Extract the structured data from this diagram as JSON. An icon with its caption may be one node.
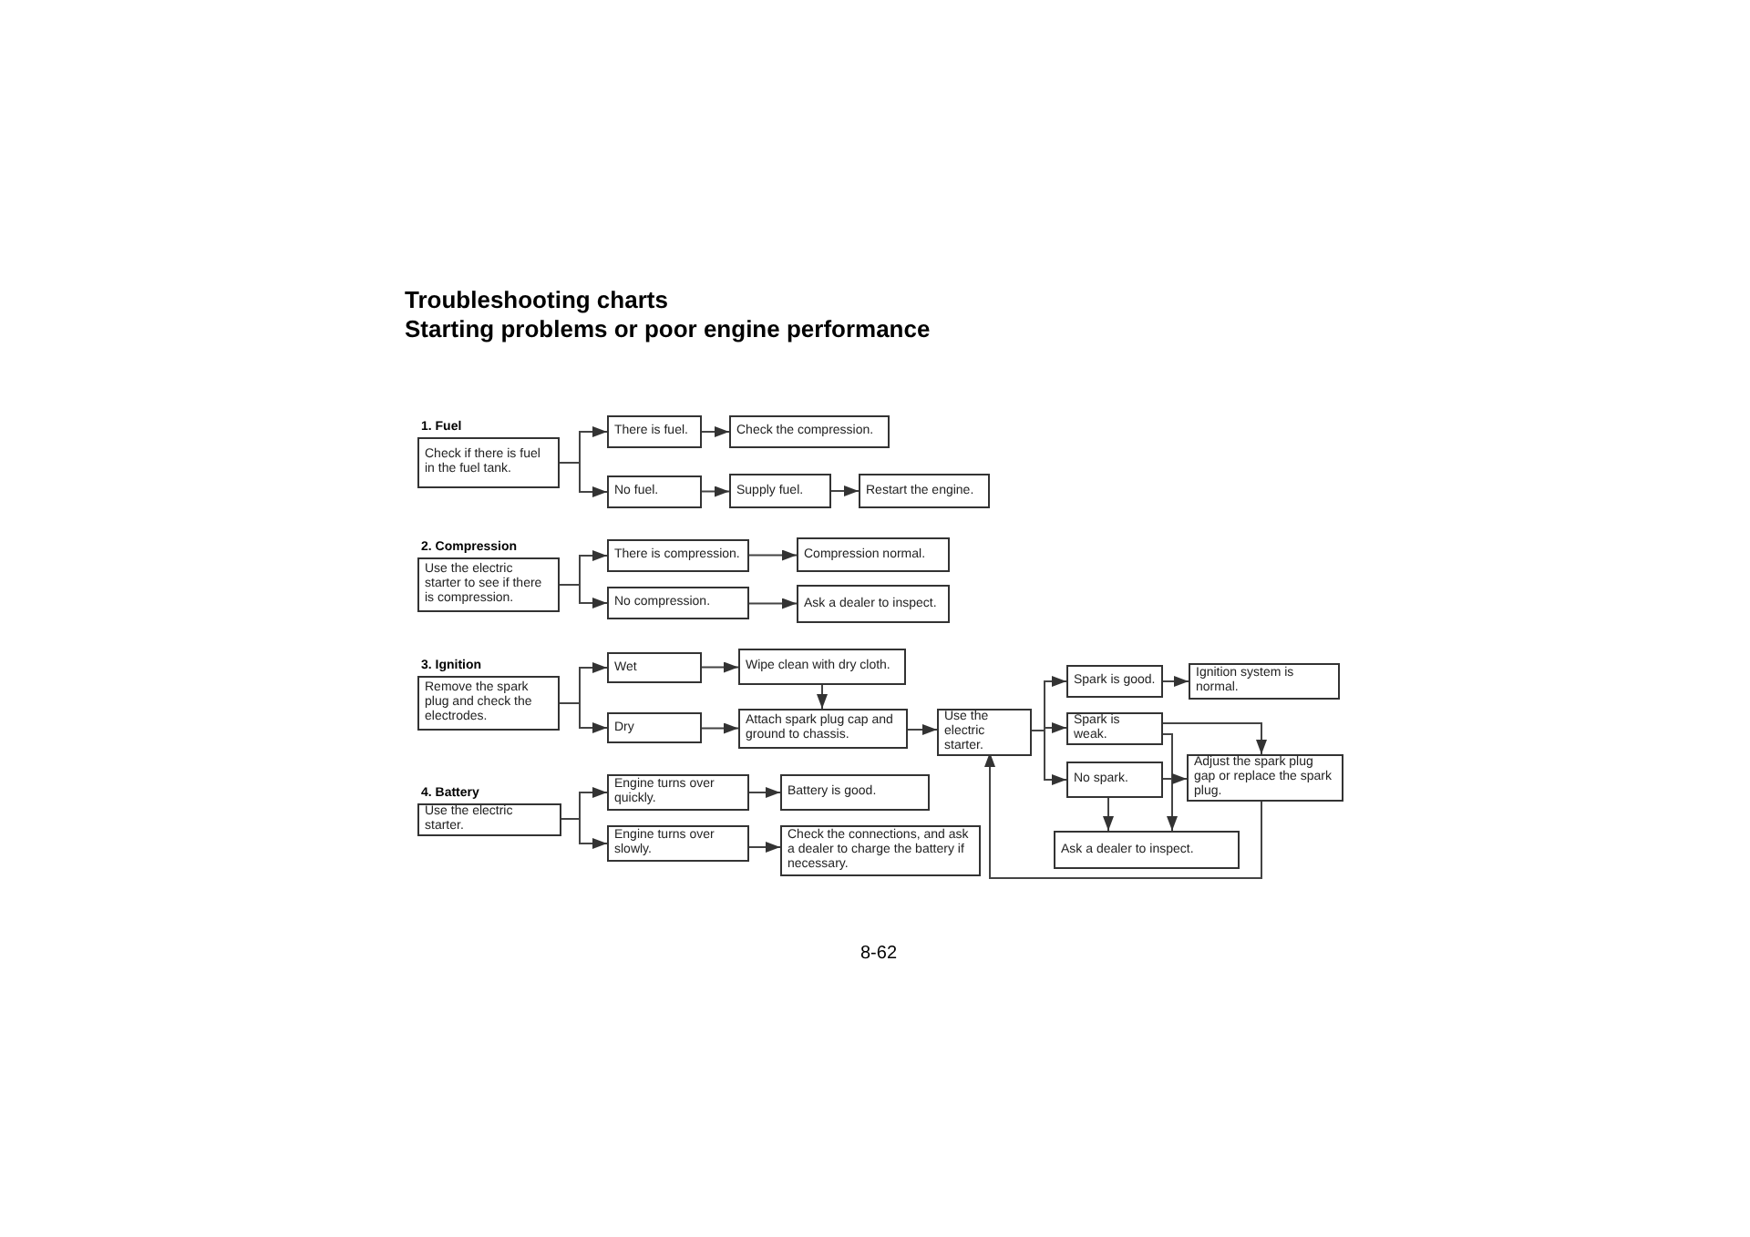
{
  "diagram": {
    "title": "Troubleshooting charts",
    "nodes": [
      {
        "text": [
          "1. Fuel",
          "Check if there is fuel in the fuel tank."
        ]
      },
      {
        "text": [
          "There is fuel."
        ]
      },
      {
        "text": [
          "Check the compression."
        ]
      },
      {
        "text": [
          "No fuel."
        ]
      },
      {
        "text": [
          "Supply fuel."
        ]
      },
      {
        "text": [
          "Restart the engine."
        ]
      },
      {
        "text": [
          "2. Compression",
          "Use the electric starter to see if there is compression."
        ]
      },
      {
        "text": [
          "There is compression."
        ]
      },
      {
        "text": [
          "Compression normal."
        ]
      },
      {
        "text": [
          "No compression."
        ]
      },
      {
        "text": [
          "Ask a dealer to inspect."
        ]
      },
      {
        "text": [
          "3. Ignition",
          "Remove the spark plug and check the electrodes."
        ]
      },
      {
        "text": [
          "Wet"
        ]
      },
      {
        "text": [
          "Wipe clean with dry cloth."
        ]
      },
      {
        "text": [
          "Dry"
        ]
      },
      {
        "text": [
          "Attach spark plug cap and ground to chassis."
        ]
      },
      {
        "text": [
          "Use the electric starter."
        ]
      },
      {
        "text": [
          "Spark is good."
        ]
      },
      {
        "text": [
          "Ignition system is normal."
        ]
      },
      {
        "text": [
          "Spark is weak."
        ]
      },
      {
        "text": [
          "No spark."
        ]
      },
      {
        "text": [
          "Adjust the spark plug gap or replace the spark plug."
        ]
      },
      {
        "text": [
          "Ask a dealer to inspect."
        ]
      },
      {
        "text": [
          "4. Battery",
          "Use the electric starter."
        ]
      },
      {
        "text": [
          "Engine turns over quickly."
        ]
      },
      {
        "text": [
          "Battery is good."
        ]
      },
      {
        "text": [
          "Engine turns over slowly."
        ]
      },
      {
        "text": [
          "Check the connections, and ask a dealer to charge the battery if necessary."
        ]
      }
    ],
    "edges": [
      {
        "from": 0,
        "to": 1,
        "arrow": "to"
      },
      {
        "from": 0,
        "to": 3,
        "arrow": "to"
      },
      {
        "from": 1,
        "to": 2,
        "arrow": "to"
      },
      {
        "from": 3,
        "to": 4,
        "arrow": "to"
      },
      {
        "from": 4,
        "to": 5,
        "arrow": "to"
      },
      {
        "from": 6,
        "to": 7,
        "arrow": "to"
      },
      {
        "from": 6,
        "to": 9,
        "arrow": "to"
      },
      {
        "from": 7,
        "to": 8,
        "arrow": "to"
      },
      {
        "from": 9,
        "to": 10,
        "arrow": "to"
      },
      {
        "from": 11,
        "to": 12,
        "arrow": "to"
      },
      {
        "from": 11,
        "to": 14,
        "arrow": "to"
      },
      {
        "from": 12,
        "to": 13,
        "arrow": "to"
      },
      {
        "from": 13,
        "to": 15,
        "arrow": "to"
      },
      {
        "from": 14,
        "to": 15,
        "arrow": "to"
      },
      {
        "from": 15,
        "to": 16,
        "arrow": "to"
      },
      {
        "from": 16,
        "to": 17,
        "arrow": "to"
      },
      {
        "from": 16,
        "to": 19,
        "arrow": "to"
      },
      {
        "from": 16,
        "to": 20,
        "arrow": "to"
      },
      {
        "from": 17,
        "to": 18,
        "arrow": "to"
      },
      {
        "from": 19,
        "to": 21,
        "arrow": "to"
      },
      {
        "from": 19,
        "to": 22,
        "arrow": "to"
      },
      {
        "from": 20,
        "to": 21,
        "arrow": "to"
      },
      {
        "from": 20,
        "to": 22,
        "arrow": "to"
      },
      {
        "from": 21,
        "to": 16,
        "arrow": "to"
      },
      {
        "from": 23,
        "to": 24,
        "arrow": "to"
      },
      {
        "from": 23,
        "to": 26,
        "arrow": "to"
      },
      {
        "from": 24,
        "to": 25,
        "arrow": "to"
      },
      {
        "from": 26,
        "to": 27,
        "arrow": "to"
      }
    ],
    "labels": [
      "Starting problems or poor engine performance",
      "8-62"
    ]
  }
}
